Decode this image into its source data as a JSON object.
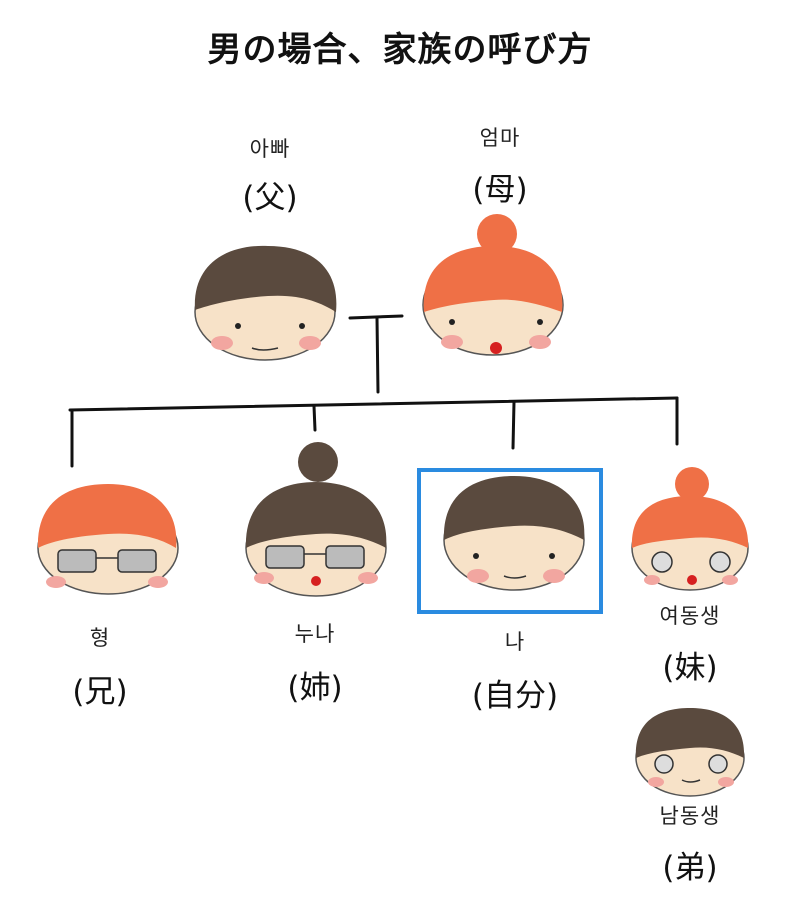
{
  "title": "男の場合、家族の呼び方",
  "members": {
    "father": {
      "korean": "아빠",
      "kanji": "(父)"
    },
    "mother": {
      "korean": "엄마",
      "kanji": "(母)"
    },
    "elder_brother": {
      "korean": "형",
      "kanji": "(兄)"
    },
    "elder_sister": {
      "korean": "누나",
      "kanji": "(姉)"
    },
    "self": {
      "korean": "나",
      "kanji": "(自分)"
    },
    "younger_sister": {
      "korean": "여동생",
      "kanji": "(妹)"
    },
    "younger_brother": {
      "korean": "남동생",
      "kanji": "(弟)"
    }
  },
  "colors": {
    "brown_hair": "#5a4a3e",
    "orange_hat": "#ef7046",
    "skin": "#f7e2c8",
    "cheek": "#f2a6a0",
    "highlight_box": "#2a8be0"
  }
}
